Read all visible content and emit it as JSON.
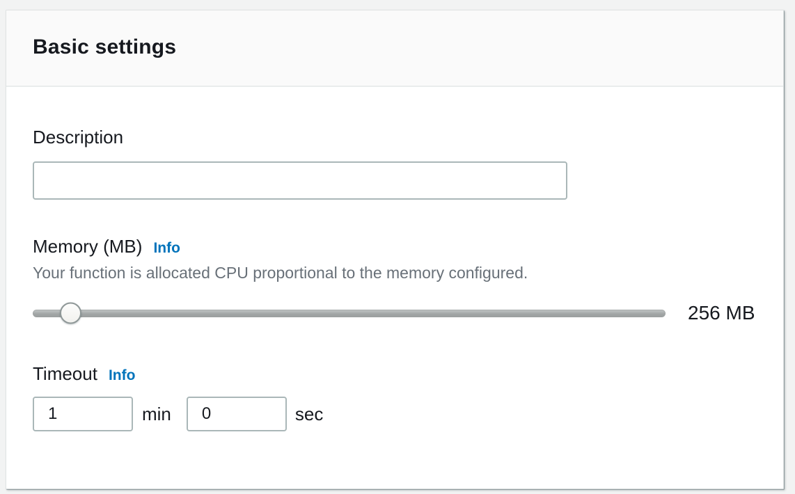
{
  "window": {
    "background": "#f2f3f3"
  },
  "panel": {
    "title": "Basic settings",
    "description": {
      "label": "Description",
      "value": ""
    },
    "memory": {
      "label": "Memory (MB)",
      "info_label": "Info",
      "help_text": "Your function is allocated CPU proportional to the memory configured.",
      "display_value": "256 MB",
      "slider_value_mb": 256
    },
    "timeout": {
      "label": "Timeout",
      "info_label": "Info",
      "minutes_value": "1",
      "minutes_unit": "min",
      "seconds_value": "0",
      "seconds_unit": "sec"
    }
  },
  "colors": {
    "link_blue": "#0073bb",
    "text_primary": "#16191f",
    "text_secondary": "#687078",
    "input_border": "#aab7b8",
    "header_bg": "#fafafa",
    "divider": "#eaeded",
    "slider_track": "#a2a6a6",
    "page_bg": "#f2f3f3"
  }
}
